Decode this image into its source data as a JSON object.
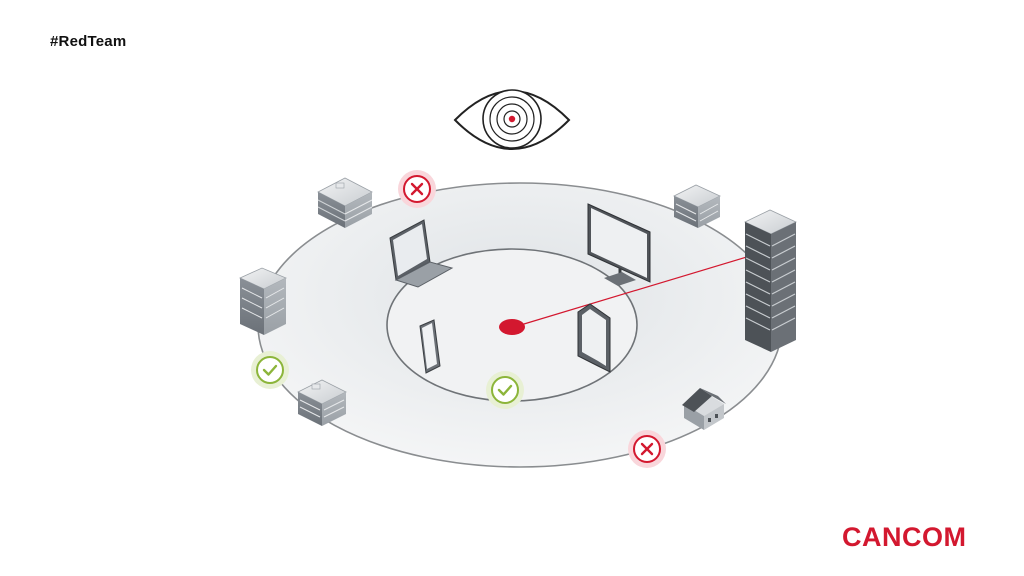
{
  "title": {
    "hashtag": "#RedTeam"
  },
  "brand": {
    "logo_text": "CANCOM",
    "color": "#d3182f"
  },
  "colors": {
    "accent_red": "#d3182f",
    "check_green": "#8cb53a",
    "ring_stroke": "#8a8d90",
    "ring_fill": "#eef0f2"
  },
  "diagram": {
    "center_target": "red-target-dot",
    "eye": "eye-target-icon",
    "outer_ring_nodes": [
      "office-building",
      "apartment-building",
      "office-building-small",
      "server-tower",
      "house",
      "office-building-corner"
    ],
    "inner_ring_nodes": [
      "laptop",
      "monitor",
      "smartphone",
      "tablet"
    ],
    "markers": [
      {
        "icon": "cross-icon",
        "state": "blocked"
      },
      {
        "icon": "check-icon",
        "state": "passed"
      },
      {
        "icon": "check-icon",
        "state": "passed"
      },
      {
        "icon": "cross-icon",
        "state": "blocked"
      }
    ]
  }
}
